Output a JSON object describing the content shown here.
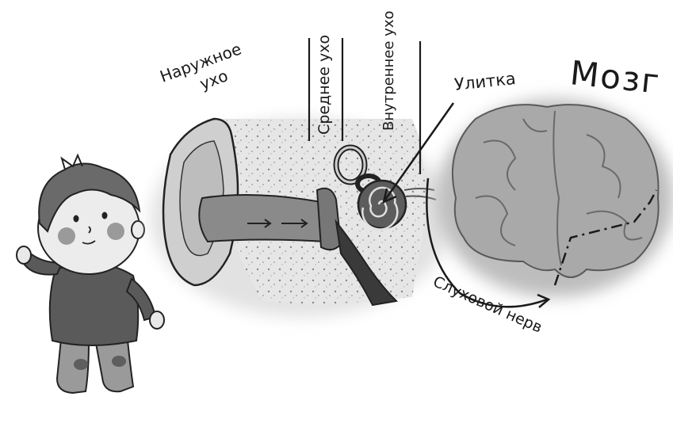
{
  "labels": {
    "outer_ear": [
      "Наружное",
      "ухо"
    ],
    "middle_ear": "Среднее ухо",
    "inner_ear": "Внутреннее ухо",
    "cochlea": "Улитка",
    "brain": "Мозг",
    "auditory_nerve": "Слуховой нерв"
  },
  "colors": {
    "ink": "#1a1a1a",
    "grey_light": "#d9d9d9",
    "grey_mid": "#a8a8a8",
    "grey_dark": "#6e6e6e",
    "bone": "#e6e6e6"
  }
}
